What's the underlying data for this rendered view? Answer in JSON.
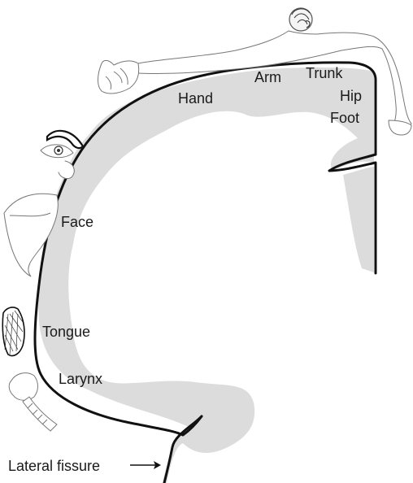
{
  "labels": {
    "hand": "Hand",
    "arm": "Arm",
    "trunk": "Trunk",
    "hip": "Hip",
    "foot": "Foot",
    "face": "Face",
    "tongue": "Tongue",
    "larynx": "Larynx",
    "lateral_fissure": "Lateral fissure"
  },
  "colors": {
    "cortex_fill": "#dcdcdc",
    "outline": "#111111",
    "sketch": "#777777"
  }
}
